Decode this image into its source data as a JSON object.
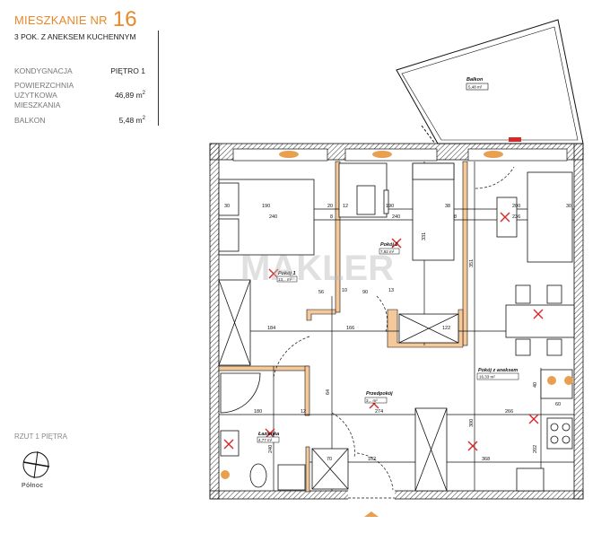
{
  "header": {
    "title": "MIESZKANIE NR",
    "number": "16",
    "subtitle": "3 POK. Z ANEKSEM KUCHENNYM"
  },
  "details": [
    {
      "label": "KONDYGNACJA",
      "value": "PIĘTRO 1",
      "unit": ""
    },
    {
      "label": "POWIERZCHNIA UŻYTKOWA MIESZKANIA",
      "label_lines": [
        "POWIERZCHNIA",
        "UŻYTKOWA",
        "MIESZKANIA"
      ],
      "value": "46,89 m",
      "unit": "2"
    },
    {
      "label": "BALKON",
      "value": "5,48 m",
      "unit": "2"
    }
  ],
  "plan": {
    "caption": "RZUT 1 PIĘTRA",
    "compass_label": "Północ",
    "watermark": "MAKLER",
    "rooms": [
      {
        "name": "Balkon",
        "area": "5,48 m²"
      },
      {
        "name": "Pokój 1",
        "area": "13,.. m²"
      },
      {
        "name": "Pokój 2",
        "area": "7,92 m²"
      },
      {
        "name": "Przedpokój",
        "area": "3,.. m²"
      },
      {
        "name": "Pokój z aneksem",
        "area": "16,33 m²"
      },
      {
        "name": "Łazienka",
        "area": "4,77 m²"
      }
    ],
    "dimensions": {
      "d30": "30",
      "d190a": "190",
      "d20": "20",
      "d12a": "12",
      "d190b": "190",
      "d38": "38",
      "d200": "200",
      "d30b": "30",
      "d240a": "240",
      "d8a": "8",
      "d240b": "240",
      "d8b": "8",
      "d236": "236",
      "d331": "331",
      "d351": "351",
      "d56": "56",
      "d10": "10",
      "d90": "90",
      "d13": "13",
      "d184": "184",
      "d166": "166",
      "d122": "122",
      "d64": "64",
      "d180": "180",
      "d12b": "12",
      "d274": "274",
      "d266": "266",
      "d60": "60",
      "d40": "40",
      "d300": "300",
      "d202": "202",
      "d240c": "240",
      "d70": "70",
      "d102": "102",
      "d368": "368"
    }
  },
  "colors": {
    "accent": "#e8882a",
    "wall_fill": "#f5c99a",
    "marker": "#d62828"
  }
}
